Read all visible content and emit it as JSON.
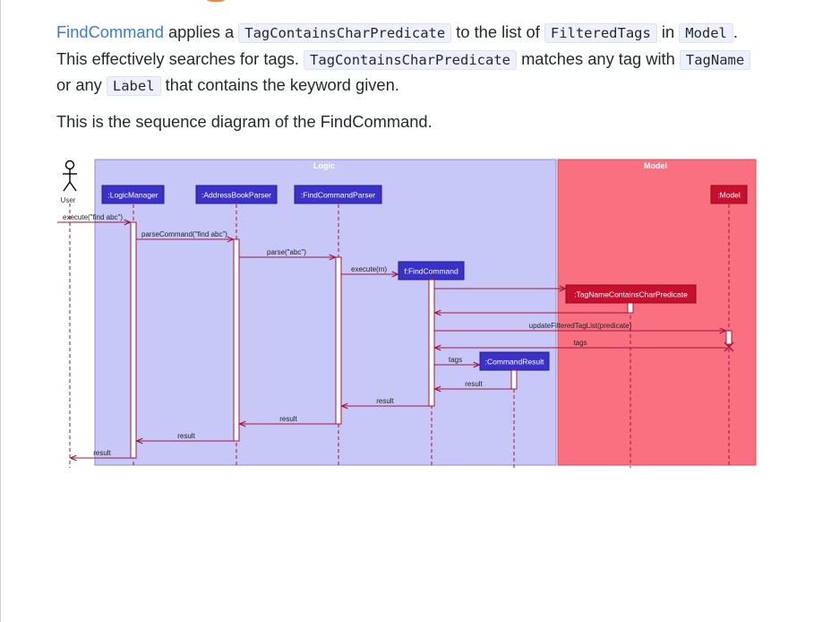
{
  "paragraph1": {
    "link_text": "FindCommand",
    "t1": " applies a ",
    "code1": "TagContainsCharPredicate",
    "t2": " to the list of ",
    "code2": "FilteredTags",
    "t3": " in ",
    "code3": "Model",
    "t4": ". This effectively searches for tags. ",
    "code4": "TagContainsCharPredicate",
    "t5": " matches any tag with ",
    "code5": "TagName",
    "t6": " or any ",
    "code6": "Label",
    "t7": " that contains the keyword given."
  },
  "paragraph2": "This is the sequence diagram of the FindCommand.",
  "diagram": {
    "colors": {
      "logic_fill": "#c8c8f8",
      "model_fill": "#f97081",
      "box_blue": "#3a32c8",
      "box_red": "#c8102e",
      "arrow": "#a0163c"
    },
    "frames": {
      "logic": "Logic",
      "model": "Model"
    },
    "actor": {
      "label": "User",
      "icon": "stick-figure-icon"
    },
    "participants": {
      "logic_manager": ":LogicManager",
      "address_book_parser": ":AddressBookParser",
      "find_command_parser": ":FindCommandParser",
      "find_command": "f:FindCommand",
      "predicate": ":TagNameContainsCharPredicate",
      "command_result": ":CommandResult",
      "model": ":Model"
    },
    "messages": {
      "execute": "execute(\"find abc\")",
      "parse_command": "parseCommand(\"find abc\")",
      "parse": "parse(\"abc\")",
      "execute_m": "execute(m)",
      "update": "updateFilteredTagList(predicate)",
      "tags_return": "tags",
      "tags_create": "tags",
      "result_cr": "result",
      "result_fc": "result",
      "result_fcp": "result",
      "result_abp": "result",
      "result_user": "result"
    }
  }
}
